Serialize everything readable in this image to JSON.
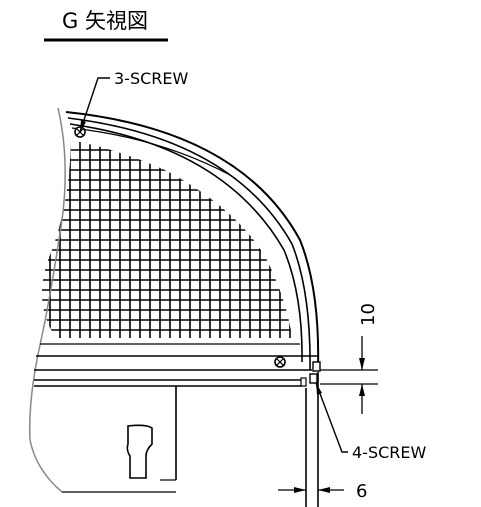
{
  "drawing": {
    "title": "G 矢視図",
    "labels": {
      "screw_top": "3-SCREW",
      "screw_bottom": "4-SCREW",
      "dim_vertical": "10",
      "dim_horizontal": "6"
    }
  }
}
